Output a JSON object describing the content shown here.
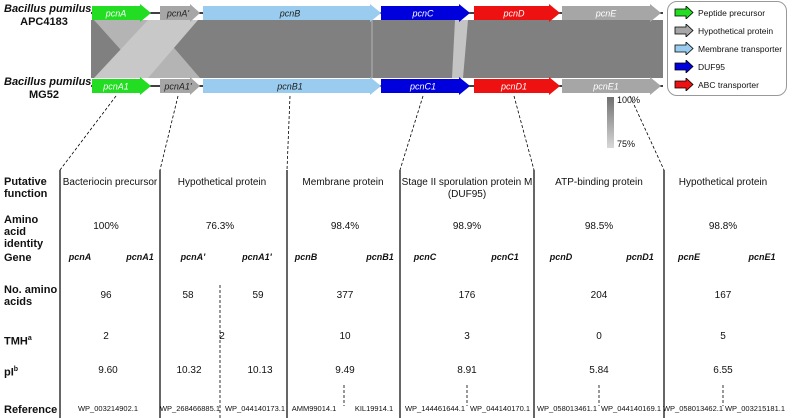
{
  "strains": {
    "top": {
      "species": "Bacillus pumilus",
      "strain": "APC4183"
    },
    "bottom": {
      "species": "Bacillus pumilus",
      "strain": "MG52"
    }
  },
  "genes_top": [
    "pcnA",
    "pcnA'",
    "pcnB",
    "pcnC",
    "pcnD",
    "pcnE"
  ],
  "genes_bottom": [
    "pcnA1",
    "pcnA1'",
    "pcnB1",
    "pcnC1",
    "pcnD1",
    "pcnE1"
  ],
  "legend": [
    {
      "label": "Peptide precursor",
      "color": "#22dd22"
    },
    {
      "label": "Hypothetical protein",
      "color": "#a6a6a6"
    },
    {
      "label": "Membrane transporter",
      "color": "#99ccee"
    },
    {
      "label": "DUF95",
      "color": "#0000dd"
    },
    {
      "label": "ABC transporter",
      "color": "#ee1111"
    }
  ],
  "identity_scale": {
    "max": "100%",
    "min": "75%"
  },
  "row_labels": {
    "function": "Putative function",
    "identity": "Amino acid identity",
    "gene": "Gene",
    "aa": "No. amino acids",
    "tmh": "TMH",
    "tmh_sup": "a",
    "pi": "pI",
    "pi_sup": "b",
    "reference": "Reference"
  },
  "columns": [
    {
      "function": "Bacteriocin precursor",
      "identity": "100%",
      "genes": [
        "pcnA",
        "pcnA1"
      ],
      "aa": "96",
      "tmh": "2",
      "pi": "9.60",
      "refs": [
        "WP_003214902.1"
      ]
    },
    {
      "function": "Hypothetical protein",
      "identity": "76.3%",
      "genes": [
        "pcnA'",
        "pcnA1'"
      ],
      "aa_a": "58",
      "aa_b": "59",
      "tmh": "2",
      "pi_a": "10.32",
      "pi_b": "10.13",
      "refs": [
        "WP_268466885.1",
        "WP_044140173.1"
      ]
    },
    {
      "function": "Membrane protein",
      "identity": "98.4%",
      "genes": [
        "pcnB",
        "pcnB1"
      ],
      "aa": "377",
      "tmh": "10",
      "pi": "9.49",
      "refs": [
        "AMM99014.1",
        "KIL19914.1"
      ]
    },
    {
      "function": "Stage II sporulation protein M",
      "function2": "(DUF95)",
      "identity": "98.9%",
      "genes": [
        "pcnC",
        "pcnC1"
      ],
      "aa": "176",
      "tmh": "3",
      "pi": "8.91",
      "refs": [
        "WP_144461644.1",
        "WP_044140170.1"
      ]
    },
    {
      "function": "ATP-binding protein",
      "identity": "98.5%",
      "genes": [
        "pcnD",
        "pcnD1"
      ],
      "aa": "204",
      "tmh": "0",
      "pi": "5.84",
      "refs": [
        "WP_058013461.1",
        "WP_044140169.1"
      ]
    },
    {
      "function": "Hypothetical protein",
      "identity": "98.8%",
      "genes": [
        "pcnE",
        "pcnE1"
      ],
      "aa": "167",
      "tmh": "5",
      "pi": "6.55",
      "refs": [
        "WP_058013462.1",
        "WP_003215181.1"
      ]
    }
  ]
}
